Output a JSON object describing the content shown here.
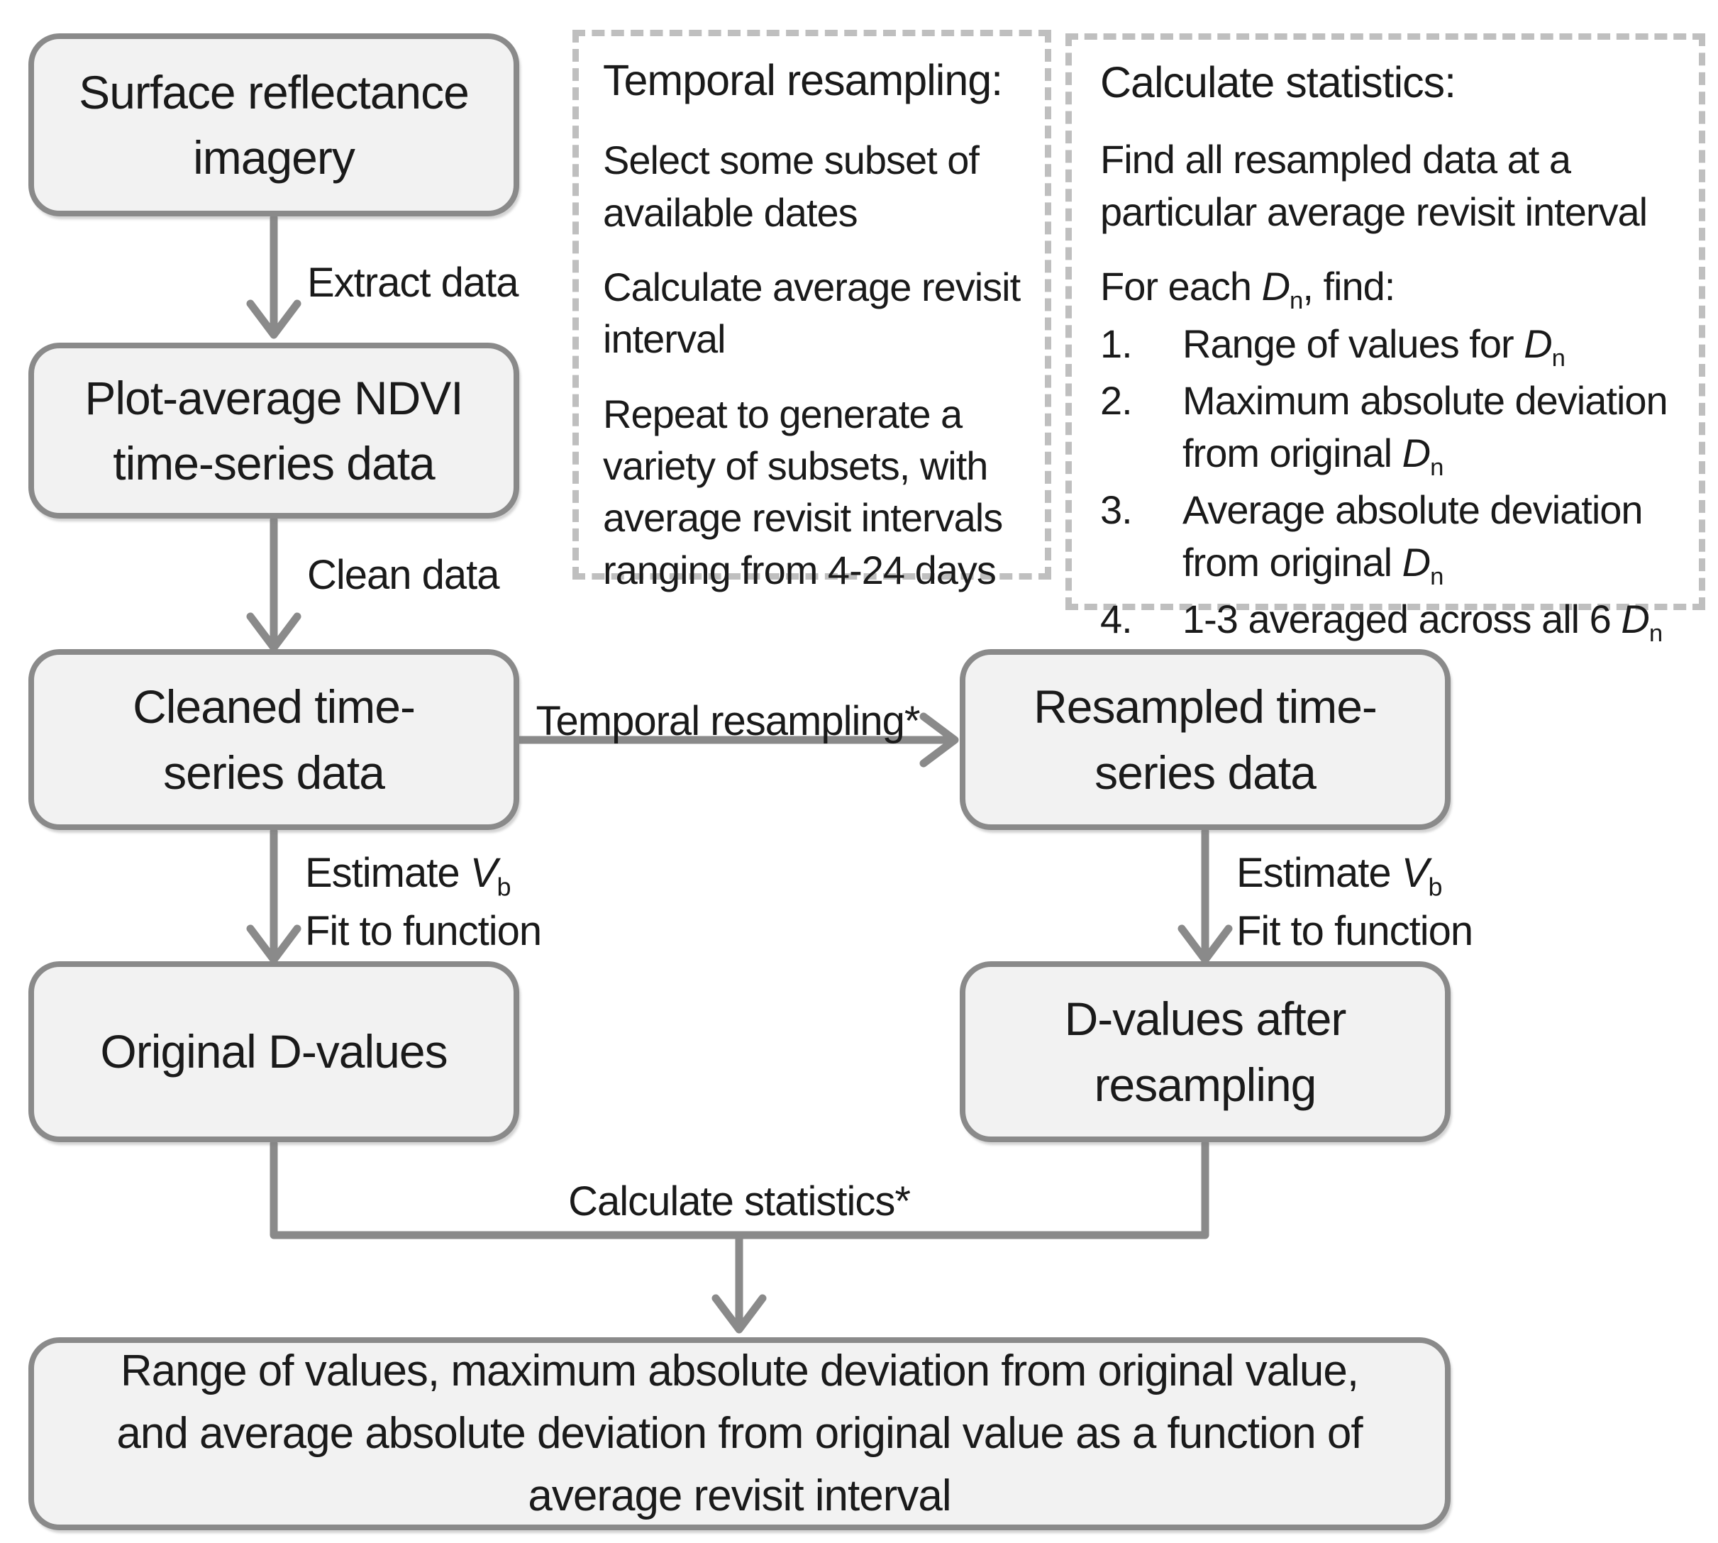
{
  "boxes": {
    "surface": "Surface reflectance\nimagery",
    "ndvi": "Plot-average NDVI\ntime-series data",
    "cleaned": "Cleaned time-\nseries data",
    "resampled": "Resampled time-\nseries data",
    "original": "Original D-values",
    "d_after": "D-values after\nresampling",
    "result": "Range of values, maximum absolute deviation from original value,\nand average absolute deviation from original value as a function of\naverage revisit interval"
  },
  "edge_labels": {
    "extract": "Extract data",
    "clean": "Clean data",
    "temporal": "Temporal resampling*",
    "estimate_left": "Estimate {i:V}{s:b}\nFit to function",
    "estimate_right": "Estimate {i:V}{s:b}\nFit to function",
    "calculate": "Calculate statistics*"
  },
  "panels": {
    "temporal": {
      "title": "Temporal resampling:",
      "paragraphs": [
        "Select some subset of\navailable dates",
        "Calculate average revisit\ninterval",
        "Repeat to generate a\nvariety of subsets, with\naverage revisit intervals\nranging from 4-24 days"
      ]
    },
    "statistics": {
      "title": "Calculate statistics:",
      "intro": "Find all resampled data at a\nparticular average revisit interval",
      "foreach": "For each {i:D}{s:n}, find:",
      "items": [
        {
          "num": "1.",
          "text": "Range of values for {i:D}{s:n}"
        },
        {
          "num": "2.",
          "text": "Maximum absolute deviation\nfrom original {i:D}{s:n}"
        },
        {
          "num": "3.",
          "text": "Average absolute deviation\nfrom original {i:D}{s:n}"
        },
        {
          "num": "4.",
          "text": "1-3 averaged across all 6 {i:D}{s:n}"
        }
      ]
    }
  },
  "colors": {
    "box_fill": "#f2f2f2",
    "box_border": "#8a8a8a",
    "arrow": "#8a8a8a",
    "dash_border": "#bfbfbf",
    "text": "#1a1a1a"
  }
}
